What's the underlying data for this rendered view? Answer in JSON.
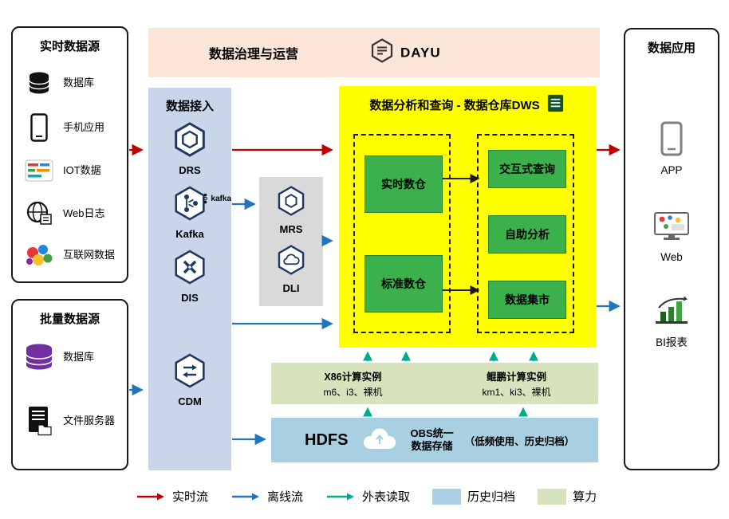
{
  "realtime_sources": {
    "title": "实时数据源",
    "items": [
      {
        "label": "数据库",
        "icon": "database-icon"
      },
      {
        "label": "手机应用",
        "icon": "phone-icon"
      },
      {
        "label": "IOT数据",
        "icon": "iot-icon"
      },
      {
        "label": "Web日志",
        "icon": "weblog-icon"
      },
      {
        "label": "互联网数据",
        "icon": "internet-icon"
      }
    ]
  },
  "batch_sources": {
    "title": "批量数据源",
    "items": [
      {
        "label": "数据库",
        "icon": "purple-database-icon"
      },
      {
        "label": "文件服务器",
        "icon": "file-server-icon"
      }
    ]
  },
  "governance": {
    "title": "数据治理与运营",
    "logo_text": "DAYU"
  },
  "ingestion": {
    "title": "数据接入",
    "services": [
      {
        "label": "DRS",
        "icon": "drs-icon"
      },
      {
        "label": "Kafka",
        "icon": "kafka-icon",
        "badge": "kafka"
      },
      {
        "label": "DIS",
        "icon": "dis-icon"
      },
      {
        "label": "CDM",
        "icon": "cdm-icon"
      }
    ]
  },
  "processing": {
    "services": [
      {
        "label": "MRS",
        "icon": "mrs-icon"
      },
      {
        "label": "DLI",
        "icon": "dli-icon"
      }
    ]
  },
  "dws": {
    "title": "数据分析和查询 - 数据仓库DWS",
    "warehouses": [
      {
        "label": "实时数仓"
      },
      {
        "label": "标准数仓"
      }
    ],
    "services": [
      {
        "label": "交互式查询"
      },
      {
        "label": "自助分析"
      },
      {
        "label": "数据集市"
      }
    ]
  },
  "compute": {
    "x86_title": "X86计算实例",
    "x86_models": "m6、i3、裸机",
    "kunpeng_title": "鲲鹏计算实例",
    "kunpeng_models": "km1、ki3、裸机"
  },
  "storage": {
    "hdfs_label": "HDFS",
    "obs_line1": "OBS统一",
    "obs_line2": "数据存储",
    "obs_note": "（低频使用、历史归档）"
  },
  "applications": {
    "title": "数据应用",
    "items": [
      {
        "label": "APP",
        "icon": "app-phone-icon"
      },
      {
        "label": "Web",
        "icon": "web-monitor-icon"
      },
      {
        "label": "BI报表",
        "icon": "bi-report-icon"
      }
    ]
  },
  "legend": {
    "items": [
      {
        "label": "实时流",
        "kind": "arrow",
        "color": "#c00000"
      },
      {
        "label": "离线流",
        "kind": "arrow",
        "color": "#2175bc"
      },
      {
        "label": "外表读取",
        "kind": "arrow",
        "color": "#00ab8e"
      },
      {
        "label": "历史归档",
        "kind": "swatch",
        "color": "#aed0e6"
      },
      {
        "label": "算力",
        "kind": "swatch",
        "color": "#d6e3bc"
      }
    ]
  },
  "colors": {
    "realtime_flow": "#c00000",
    "offline_flow": "#2175bc",
    "external_read": "#00ab8e",
    "governance_bg": "#fbe5d6",
    "ingestion_bg": "#c9d6ea",
    "processing_bg": "#d9d9d9",
    "dws_bg": "#ffff00",
    "warehouse_green": "#3cb04a",
    "compute_bg": "#d6e3bc",
    "storage_bg": "#a9cfe3"
  }
}
